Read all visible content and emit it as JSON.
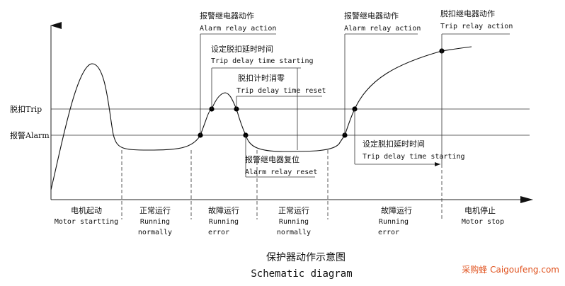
{
  "levels": {
    "trip_label": "脱扣Trip",
    "alarm_label": "报警Alarm"
  },
  "annotations": {
    "alarm_action_1": {
      "cn": "报警继电器动作",
      "en": "Alarm relay action"
    },
    "trip_delay_start_1": {
      "cn": "设定脱扣延时时间",
      "en": "Trip delay time starting"
    },
    "trip_delay_reset": {
      "cn": "脱扣计时消零",
      "en": "Trip delay time reset"
    },
    "alarm_reset": {
      "cn": "报警继电器复位",
      "en": "Alarm relay reset"
    },
    "alarm_action_2": {
      "cn": "报警继电器动作",
      "en": "Alarm relay action"
    },
    "trip_action": {
      "cn": "脱扣继电器动作",
      "en": "Trip relay action"
    },
    "trip_delay_start_2": {
      "cn": "设定脱扣延时时间",
      "en": "Trip delay time starting"
    }
  },
  "phases": [
    {
      "cn": "电机起动",
      "en1": "Motor startting",
      "en2": ""
    },
    {
      "cn": "正常运行",
      "en1": "Running",
      "en2": "normally"
    },
    {
      "cn": "故障运行",
      "en1": "Running",
      "en2": "error"
    },
    {
      "cn": "正常运行",
      "en1": "Running",
      "en2": "normally"
    },
    {
      "cn": "故障运行",
      "en1": "Running",
      "en2": "error"
    },
    {
      "cn": "电机停止",
      "en1": "Motor stop",
      "en2": ""
    }
  ],
  "caption": {
    "cn": "保护器动作示意图",
    "en": "Schematic diagram"
  },
  "watermark": "采购蜂 Caigoufeng.com",
  "colors": {
    "line": "#111111",
    "watermark": "#e0531f"
  }
}
